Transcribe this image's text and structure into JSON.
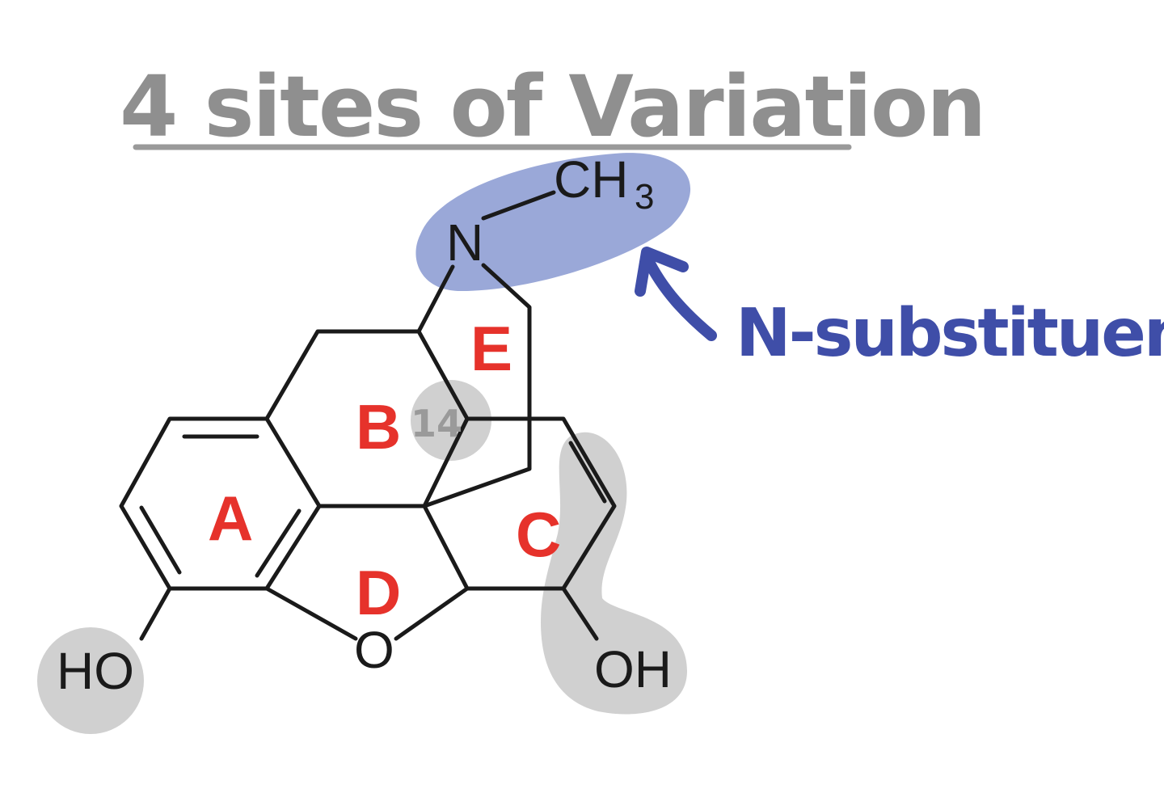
{
  "title": "4 sites of Variation",
  "atoms": {
    "n": "N",
    "ch3_c": "CH",
    "ch3_sub": "3",
    "ho": "HO",
    "o": "O",
    "oh": "OH"
  },
  "ring_labels": {
    "a": "A",
    "b": "B",
    "c": "C",
    "d": "D",
    "e": "E"
  },
  "position_label": "14",
  "annotation": "N-substituent",
  "colors": {
    "title": "#8f8f8f",
    "ring_labels": "#e6322b",
    "n_highlight": "#9aa8d8",
    "site_highlight": "#d0d0d0",
    "annotation": "#3f4ea8"
  }
}
